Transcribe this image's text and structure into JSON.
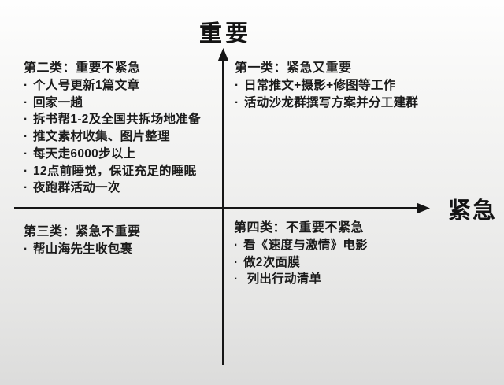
{
  "colors": {
    "text": "#1b1b1b",
    "axis": "#161616",
    "background_top": "#fefefe",
    "background_bottom": "#dcdcdb"
  },
  "bullet": "·",
  "axes": {
    "vertical_label": "重要",
    "horizontal_label": "紧急"
  },
  "quadrants": [
    {
      "position": "top-left",
      "title": "第二类：重要不紧急",
      "items": [
        "个人号更新1篇文章",
        "回家一趟",
        "拆书帮1-2及全国共拆场地准备",
        "推文素材收集、图片整理",
        "每天走6000步以上",
        "12点前睡觉，保证充足的睡眠",
        "夜跑群活动一次"
      ]
    },
    {
      "position": "top-right",
      "title": "第一类：紧急又重要",
      "items": [
        "日常推文+摄影+修图等工作",
        "活动沙龙群撰写方案并分工建群"
      ]
    },
    {
      "position": "bottom-left",
      "title": "第三类：紧急不重要",
      "items": [
        "帮山海先生收包裹"
      ]
    },
    {
      "position": "bottom-right",
      "title": "第四类：不重要不紧急",
      "items": [
        "看《速度与激情》电影",
        "做2次面膜",
        " 列出行动清单"
      ]
    }
  ]
}
